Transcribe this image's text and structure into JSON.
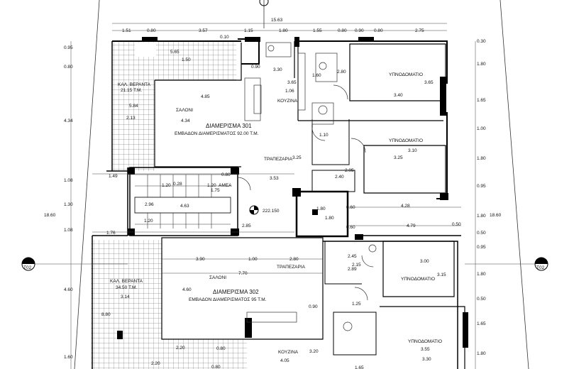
{
  "top_total": "15.63",
  "top_dims": [
    "1.51",
    "0.80",
    "3.57",
    "1.15",
    "1.80",
    "1.55",
    "0.80",
    "0.90",
    "0.80",
    "2.75"
  ],
  "top_sub": [
    "0.10",
    "5.65",
    "1.50",
    "0.90",
    "3.30",
    "1.60",
    "2.80"
  ],
  "left_outer": [
    "0.95",
    "0.80",
    "4.34",
    "1.08",
    "1.30",
    "1.08",
    "4.60",
    "1.60"
  ],
  "left_total": "18.60",
  "right_total": "18.60",
  "right_outer": [
    "0.30",
    "1.80",
    "1.65",
    "1.00",
    "1.80",
    "0.95",
    "1.80",
    "0.50",
    "0.95",
    "1.80",
    "0.50",
    "1.65",
    "1.80"
  ],
  "section_left": "T02",
  "section_right": "T02",
  "apt1": {
    "name": "ΔΙΑΜΕΡΙΣΜΑ 301",
    "area": "ΕΜΒΑΔΟΝ ΔΙΑΜΕΡΙΣΜΑΤΟΣ 92.00 Τ.Μ."
  },
  "apt2": {
    "name": "ΔΙΑΜΕΡΙΣΜΑ 302",
    "area": "ΕΜΒΑΔΟΝ ΔΙΑΜΕΡΙΣΜΑΤΟΣ 95 Τ.Μ."
  },
  "veranda1": {
    "name": "ΚΑΛ. ΒΕΡΑΝΤΑ",
    "area": "21.15 Τ.Μ."
  },
  "veranda2": {
    "name": "ΚΑΛ. ΒΕΡΑΝΤΑ",
    "area": "34.50 Τ.Μ."
  },
  "rooms": {
    "saloni": "ΣΑΛΟΝΙ",
    "kouzina": "ΚΟΥΖΙΝΑ",
    "trapezaria": "ΤΡΑΠΕΖΑΡΙΑ",
    "ypnodomatio": "ΥΠΝΟΔΟΜΑΤΙΟ",
    "amea": "ΑΜΕΑ"
  },
  "level": "222.150",
  "dims": {
    "d365": "3.65",
    "d106": "1.06",
    "d340": "3.40",
    "d365b": "3.65",
    "d485": "4.85",
    "d584": "5.84",
    "d213": "2.13",
    "d434": "4.34",
    "d110": "1.10",
    "d310": "3.10",
    "d325": "3.25",
    "d325b": "3.25",
    "d205": "2.05",
    "d240": "2.40",
    "d353": "3.53",
    "d149": "1.49",
    "d080": "0.80",
    "d120": "1.20",
    "d028": "0.28",
    "d120b": "1.20",
    "d175": "1.75",
    "d296": "2.96",
    "d463": "4.63",
    "d120c": "1.20",
    "d180": "1.80",
    "d180b": "1.80",
    "d060": "0.60",
    "d428": "4.28",
    "d479": "4.79",
    "d050": "0.50",
    "d176": "1.76",
    "d285": "2.85",
    "d060b": "0.60",
    "d390": "3.90",
    "d100": "1.00",
    "d280": "2.80",
    "d245": "2.45",
    "d215": "2.15",
    "d300": "3.00",
    "d770": "7.70",
    "d289": "2.89",
    "d315": "3.15",
    "d460": "4.60",
    "d314": "3.14",
    "d880": "8.80",
    "d090": "0.90",
    "d125": "1.25",
    "d355": "3.55",
    "d330": "3.30",
    "d405": "4.05",
    "d320": "3.20",
    "d220": "2.20",
    "d220b": "2.20",
    "d080b": "0.80",
    "d165": "1.65",
    "d080c": "0.80"
  }
}
